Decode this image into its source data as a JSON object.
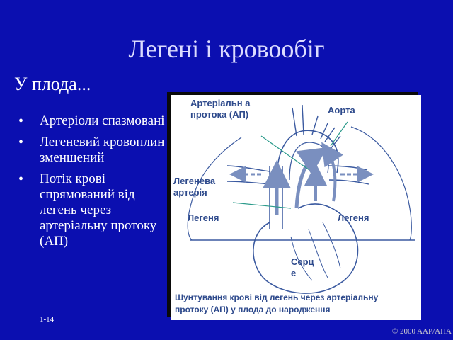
{
  "slide": {
    "title": "Легені і кровообіг",
    "subtitle": "У плода...",
    "bullets": [
      "Артеріоли спазмовані",
      "Легеневий кровоплин зменшений",
      "Потік крові спрямований від легень через артеріальну протоку (АП)"
    ],
    "slide_number": "1-14",
    "copyright": "© 2000 AAP/AHA"
  },
  "figure": {
    "labels": {
      "ductus": "Артеріальн а протока (АП)",
      "aorta": "Аорта",
      "pulmonary_artery": "Легенева артерія",
      "lung_left": "Легеня",
      "lung_right": "Легеня",
      "heart": "Серц е"
    },
    "caption": "Шунтування крові від легень через артеріальну протоку (АП) у плода до народження",
    "colors": {
      "line": "#3b5aa0",
      "arrow": "#7a8fbf",
      "leader": "#2a9a8a"
    }
  }
}
